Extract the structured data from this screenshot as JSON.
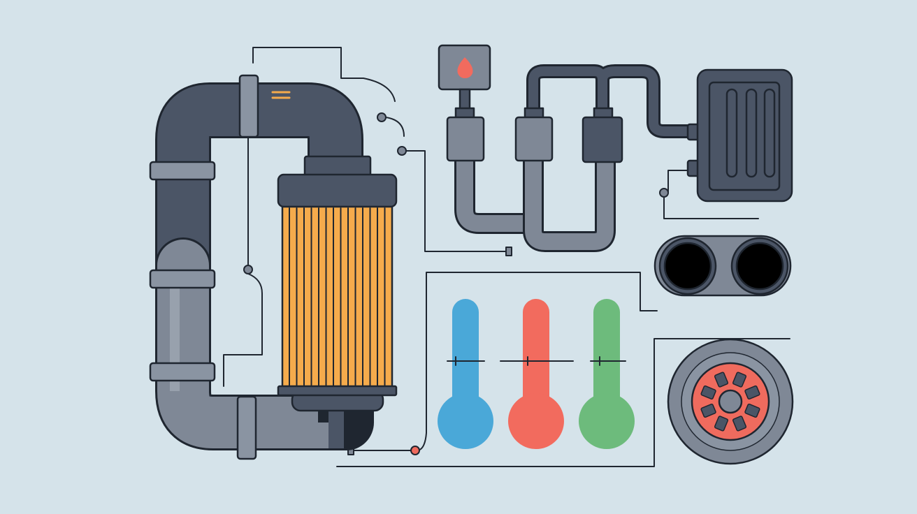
{
  "colors": {
    "background": "#d5e3ea",
    "outline": "#1f2630",
    "pipe_dark": "#4b5566",
    "pipe_light": "#7f8896",
    "collar": "#8a94a2",
    "filter_orange": "#f5ab4c",
    "thermo_blue": "#4aa8d8",
    "thermo_red": "#f26b5e",
    "thermo_green": "#6dbb7c",
    "wheel_red": "#ef6b5e"
  },
  "icons": [
    "pipe-system",
    "oil-filter",
    "flame-sensor",
    "radiator",
    "double-exhaust",
    "thermometer-cold",
    "thermometer-hot",
    "thermometer-normal",
    "brake-disc"
  ]
}
